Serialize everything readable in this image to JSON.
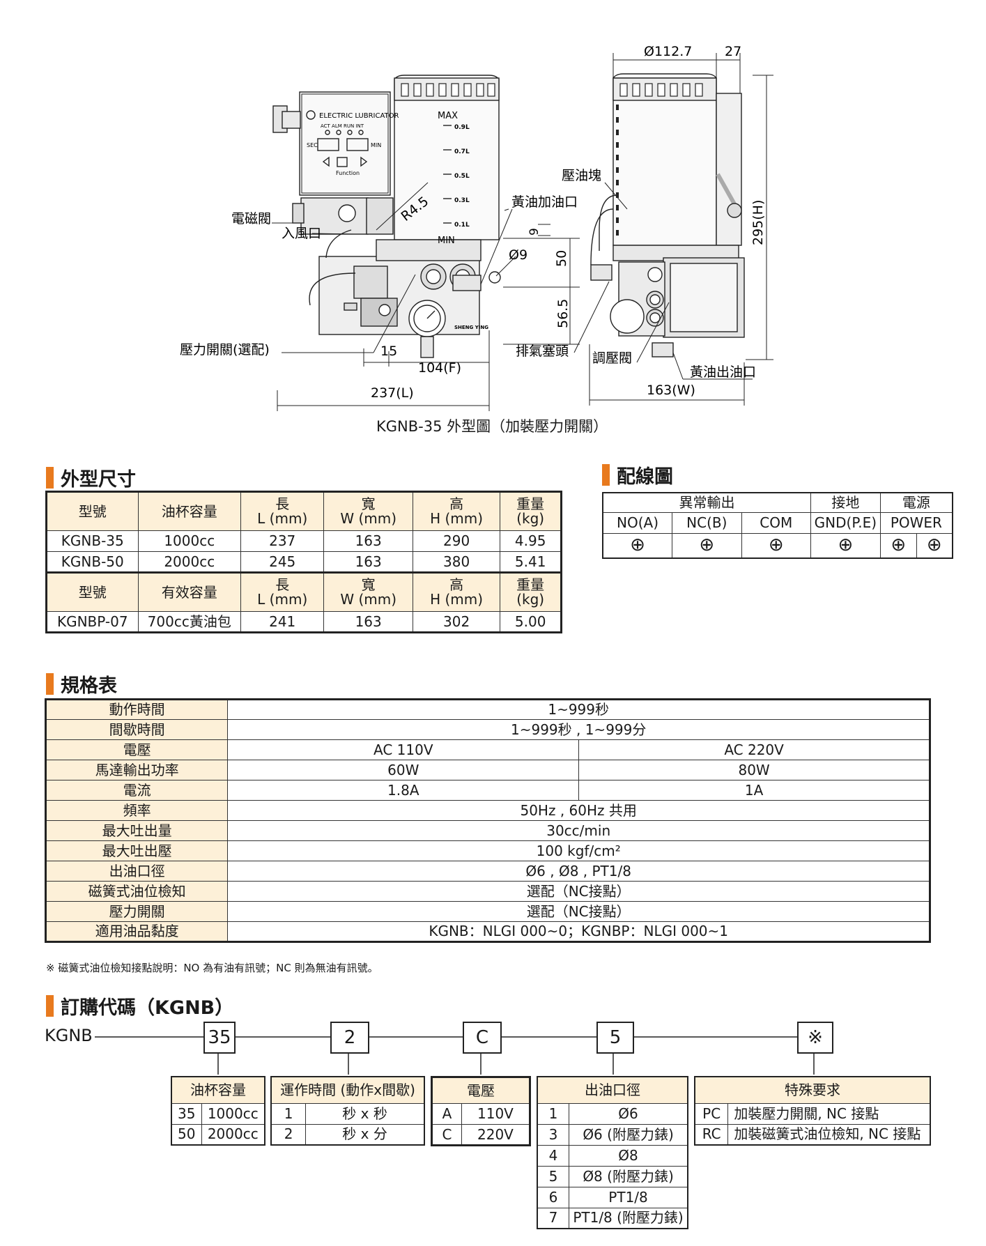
{
  "figure": {
    "caption": "KGNB-35 外型圖（加裝壓力開關）",
    "panel_text": {
      "brand": "ELECTRIC LUBRICATOR",
      "leds": [
        "ACT",
        "ALM",
        "RUN",
        "INT"
      ],
      "sec": "SEC",
      "min": "MIN",
      "function": "Function",
      "maker": "SHENG YING"
    },
    "reservoir_marks": [
      "MAX",
      "0.9L",
      "0.7L",
      "0.5L",
      "0.3L",
      "0.1L",
      "MIN"
    ],
    "labels": {
      "solenoid": "電磁閥",
      "air_inlet": "入風口",
      "pressure_switch": "壓力開關(選配)",
      "grease_inlet": "黃油加油口",
      "pressure_block": "壓油塊",
      "bleed_plug": "排氣塞頭",
      "pressure_valve": "調壓閥",
      "grease_outlet": "黃油出油口"
    },
    "dims": {
      "r45": "R4.5",
      "d9": "Ø9",
      "nine": "9",
      "fifty": "50",
      "fifty65": "56.5",
      "fifteen": "15",
      "f104": "104(F)",
      "l237": "237(L)",
      "d1127": "Ø112.7",
      "twentyseven": "27",
      "h295": "295(H)",
      "w163": "163(W)"
    }
  },
  "dimensions": {
    "title": "外型尺寸",
    "header1": [
      "型號",
      "油杯容量",
      "長\nL (mm)",
      "寬\nW (mm)",
      "高\nH (mm)",
      "重量\n(kg)"
    ],
    "rows1": [
      [
        "KGNB-35",
        "1000cc",
        "237",
        "163",
        "290",
        "4.95"
      ],
      [
        "KGNB-50",
        "2000cc",
        "245",
        "163",
        "380",
        "5.41"
      ]
    ],
    "header2": [
      "型號",
      "有效容量",
      "長\nL (mm)",
      "寬\nW (mm)",
      "高\nH (mm)",
      "重量\n(kg)"
    ],
    "rows2": [
      [
        "KGNBP-07",
        "700cc黃油包",
        "241",
        "163",
        "302",
        "5.00"
      ]
    ]
  },
  "wiring": {
    "title": "配線圖",
    "groups": [
      "異常輸出",
      "接地",
      "電源"
    ],
    "cols": [
      "NO(A)",
      "NC(B)",
      "COM",
      "GND(P.E)",
      "POWER"
    ],
    "symbol": "⊕"
  },
  "specs": {
    "title": "規格表",
    "rows": [
      {
        "label": "動作時間",
        "values": [
          "1~999秒"
        ]
      },
      {
        "label": "間歇時間",
        "values": [
          "1~999秒 , 1~999分"
        ]
      },
      {
        "label": "電壓",
        "values": [
          "AC 110V",
          "AC 220V"
        ]
      },
      {
        "label": "馬達輸出功率",
        "values": [
          "60W",
          "80W"
        ]
      },
      {
        "label": "電流",
        "values": [
          "1.8A",
          "1A"
        ]
      },
      {
        "label": "頻率",
        "values": [
          "50Hz , 60Hz 共用"
        ]
      },
      {
        "label": "最大吐出量",
        "values": [
          "30cc/min"
        ]
      },
      {
        "label": "最大吐出壓",
        "values": [
          "100 kgf/cm²"
        ]
      },
      {
        "label": "出油口徑",
        "values": [
          "Ø6 , Ø8 , PT1/8"
        ]
      },
      {
        "label": "磁簧式油位檢知",
        "values": [
          "選配（NC接點）"
        ]
      },
      {
        "label": "壓力開關",
        "values": [
          "選配（NC接點）"
        ]
      },
      {
        "label": "適用油品黏度",
        "values": [
          "KGNB：NLGI 000~0；KGNBP：NLGI 000~1"
        ]
      }
    ],
    "note": "※ 磁簧式油位檢知接點說明：NO 為有油有訊號；NC 則為無油有訊號。"
  },
  "ordering": {
    "title": "訂購代碼（KGNB）",
    "prefix": "KGNB",
    "codes": [
      "35",
      "2",
      "C",
      "5",
      "※"
    ],
    "tables": [
      {
        "header": "油杯容量",
        "rows": [
          [
            "35",
            "1000cc"
          ],
          [
            "50",
            "2000cc"
          ]
        ]
      },
      {
        "header": "運作時間 (動作x間歇)",
        "rows": [
          [
            "1",
            "秒 x 秒"
          ],
          [
            "2",
            "秒 x 分"
          ]
        ]
      },
      {
        "header": "電壓",
        "rows": [
          [
            "A",
            "110V"
          ],
          [
            "C",
            "220V"
          ]
        ]
      },
      {
        "header": "出油口徑",
        "rows": [
          [
            "1",
            "Ø6"
          ],
          [
            "3",
            "Ø6 (附壓力錶)"
          ],
          [
            "4",
            "Ø8"
          ],
          [
            "5",
            "Ø8 (附壓力錶)"
          ],
          [
            "6",
            "PT1/8"
          ],
          [
            "7",
            "PT1/8 (附壓力錶)"
          ]
        ]
      },
      {
        "header": "特殊要求",
        "rows": [
          [
            "PC",
            "加裝壓力開關, NC 接點"
          ],
          [
            "RC",
            "加裝磁簧式油位檢知, NC 接點"
          ]
        ]
      }
    ]
  }
}
